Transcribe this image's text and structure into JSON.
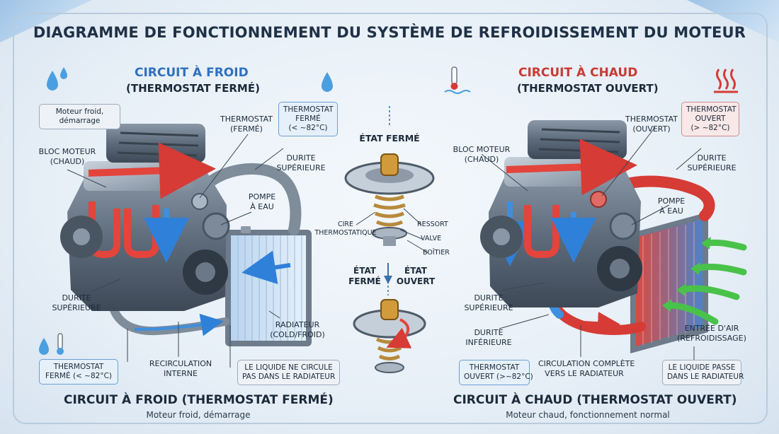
{
  "title": "DIAGRAMME DE FONCTIONNEMENT DU SYSTÈME DE REFROIDISSEMENT DU MOTEUR",
  "colors": {
    "cold": "#2f80d8",
    "hot": "#d63b35",
    "air": "#49c24a"
  },
  "left": {
    "heading": "CIRCUIT À FROID",
    "subheading": "(THERMOSTAT FERMÉ)",
    "engine_state_box": [
      "Moteur froid,",
      "démarrage"
    ],
    "thermostat_box": [
      "THERMOSTAT",
      "FERMÉ",
      "(< ~82°C)"
    ],
    "labels": {
      "bloc_moteur": [
        "BLOC MOTEUR",
        "(CHAUD)"
      ],
      "thermostat": [
        "THERMOSTAT",
        "(FERMÉ)"
      ],
      "durite_sup_top": [
        "DURITE",
        "SUPÉRIEURE"
      ],
      "pompe": [
        "POMPE",
        "À EAU"
      ],
      "durite_sup_bottom": [
        "DURITE",
        "SUPÉRIEURE"
      ],
      "radiateur": [
        "RADIATEUR",
        "(COLD/FROID)"
      ],
      "recirculation": [
        "RECIRCULATION",
        "INTERNE"
      ]
    },
    "bottom_left_box": [
      "THERMOSTAT",
      "FERMÉ (< ~82°C)"
    ],
    "bottom_right_box": [
      "LE LIQUIDE NE CIRCULE",
      "PAS DANS LE RADIATEUR"
    ],
    "footer_title": "CIRCUIT À FROID (THERMOSTAT FERMÉ)",
    "footer_sub": "Moteur froid, démarrage",
    "icons": [
      "water-drops-icon",
      "water-drop-icon",
      "thermometer-cold-icon"
    ]
  },
  "center": {
    "state_closed": "ÉTAT FERMÉ",
    "labels": {
      "cire": [
        "CIRE",
        "THERMOSTATIQUE"
      ],
      "ressort": "RESSORT",
      "valve": "VALVE",
      "boitier": "BOÎTIER"
    },
    "transition_left": [
      "ÉTAT",
      "FERMÉ"
    ],
    "transition_right": [
      "ÉTAT",
      "OUVERT"
    ]
  },
  "right": {
    "heading": "CIRCUIT À CHAUD",
    "subheading": "(THERMOSTAT OUVERT)",
    "thermostat_box": [
      "THERMOSTAT",
      "OUVERT",
      "(> ~82°C)"
    ],
    "labels": {
      "bloc_moteur": [
        "BLOC MOTEUR",
        "(CHAUD)"
      ],
      "thermostat": [
        "THERMOSTAT",
        "(OUVERT)"
      ],
      "durite_sup_top": [
        "DURITE",
        "SUPÉRIEURE"
      ],
      "pompe": [
        "POMPE",
        "À EAU"
      ],
      "durite_sup_bottom": [
        "DURITE",
        "SUPÉRIEURE"
      ],
      "durite_inf": [
        "DURITE",
        "INFÉRIEURE"
      ],
      "entree_air": [
        "ENTRÉE D'AIR",
        "(REFROIDISSAGE)"
      ],
      "circulation": [
        "CIRCULATION COMPLÈTE",
        "VERS LE RADIATEUR"
      ]
    },
    "bottom_left_box": [
      "THERMOSTAT",
      "OUVERT (>~82°C)"
    ],
    "bottom_right_box": [
      "LE LIQUIDE PASSE",
      "DANS LE RADIATEUR"
    ],
    "footer_title": "CIRCUIT À CHAUD (THERMOSTAT OUVERT)",
    "footer_sub": "Moteur chaud, fonctionnement normal",
    "icons": [
      "thermometer-hot-icon",
      "heat-waves-icon"
    ]
  }
}
